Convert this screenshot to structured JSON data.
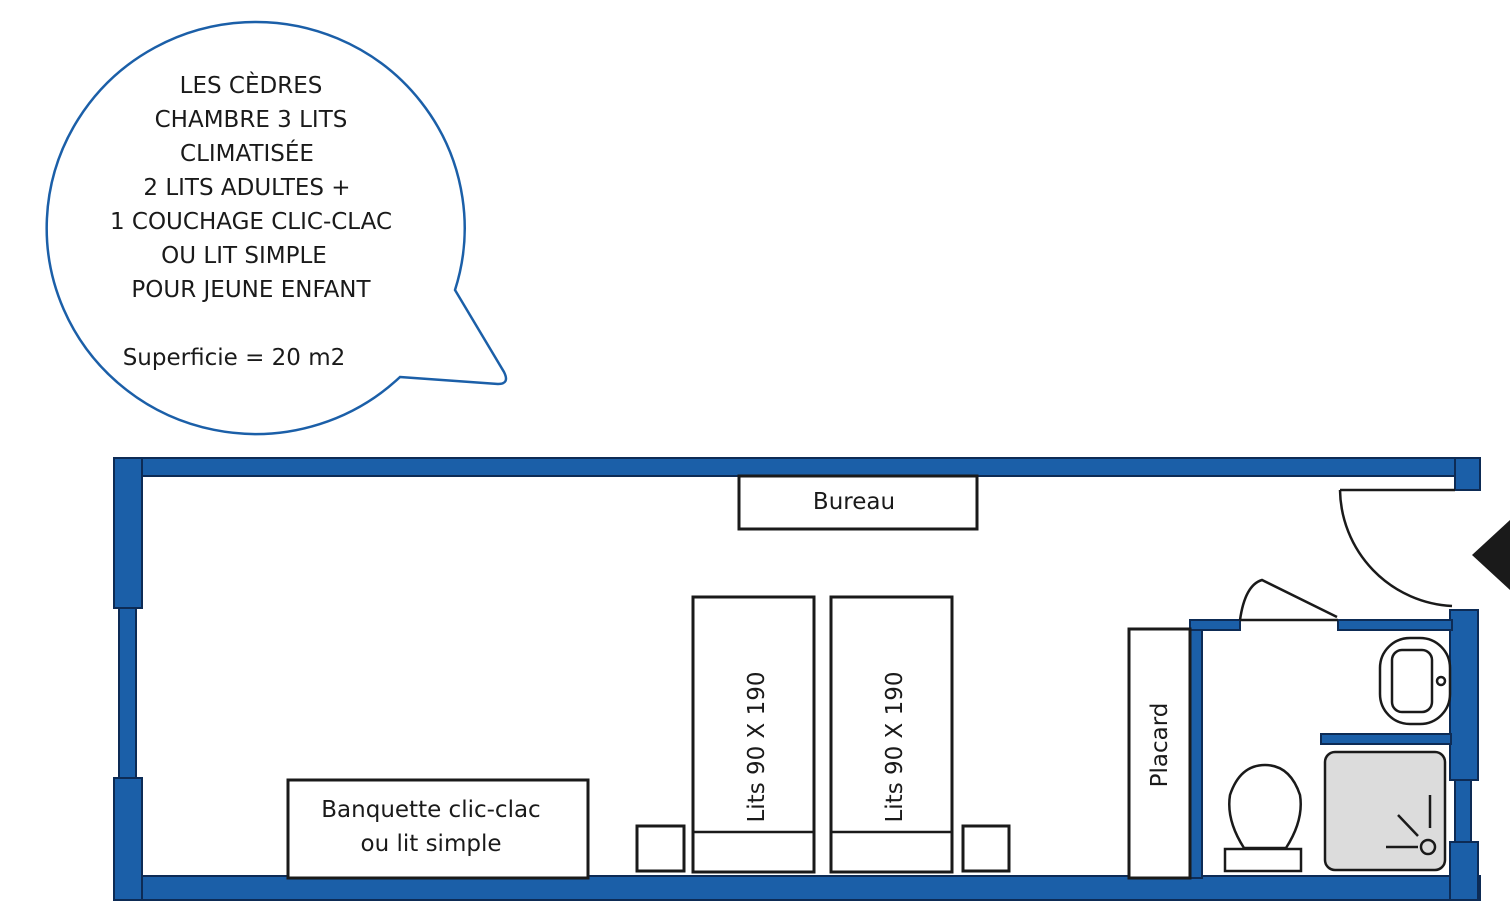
{
  "bubble": {
    "lines": [
      "LES CÈDRES",
      "CHAMBRE 3 LITS",
      "CLIMATISÉE",
      "2 LITS ADULTES +",
      "1 COUCHAGE CLIC-CLAC",
      "OU LIT SIMPLE",
      "POUR JEUNE ENFANT"
    ],
    "area": "Superficie = 20 m2"
  },
  "rooms": {
    "desk": "Bureau",
    "bed1": "Lits 90 X 190",
    "bed2": "Lits 90 X 190",
    "sofa_line1": "Banquette clic-clac",
    "sofa_line2": "ou lit simple",
    "closet": "Placard"
  },
  "colors": {
    "wall": "#1b5fa8",
    "bubble_stroke": "#1b5fa8",
    "shower": "#dcdcdc"
  }
}
